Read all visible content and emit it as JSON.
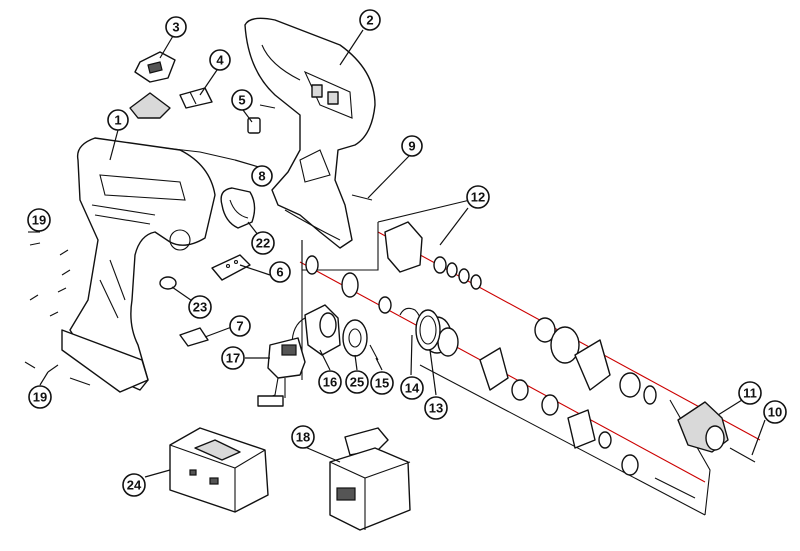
{
  "colors": {
    "ink": "#111111",
    "axis": "#cc0000",
    "fill_gray": "#d9d9d9"
  },
  "callouts": [
    "1",
    "2",
    "3",
    "4",
    "5",
    "6",
    "7",
    "8",
    "9",
    "10",
    "11",
    "12",
    "13",
    "14",
    "15",
    "16",
    "17",
    "18",
    "19",
    "19",
    "22",
    "23",
    "24",
    "25"
  ]
}
